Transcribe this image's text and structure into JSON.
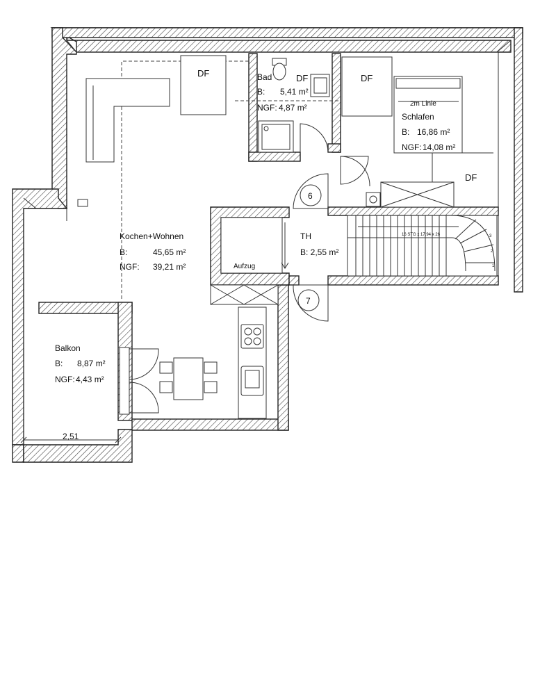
{
  "rooms": {
    "kochen": {
      "name": "Kochen+Wohnen",
      "b_label": "B:",
      "b_value": "45,65 m²",
      "ngf_label": "NGF:",
      "ngf_value": "39,21 m²"
    },
    "bad": {
      "name": "Bad",
      "b_label": "B:",
      "b_value": "5,41 m²",
      "ngf_label": "NGF:",
      "ngf_value": "4,87 m²"
    },
    "schlafen": {
      "name": "Schlafen",
      "b_label": "B:",
      "b_value": "16,86 m²",
      "ngf_label": "NGF:",
      "ngf_value": "14,08 m²",
      "note": "2m Linie"
    },
    "th": {
      "name": "TH",
      "b_value": "B: 2,55 m²"
    },
    "balkon": {
      "name": "Balkon",
      "b_label": "B:",
      "b_value": "8,87 m²",
      "ngf_label": "NGF:",
      "ngf_value": "4,43 m²"
    },
    "aufzug": {
      "name": "Aufzug"
    }
  },
  "skylight_label": "DF",
  "door_numbers": [
    "6",
    "7"
  ],
  "stairs": {
    "label": "16 STG x 17,94 x 26",
    "steps": [
      "1",
      "2",
      "3"
    ]
  },
  "dimension": "2,51",
  "colors": {
    "line": "#222222",
    "paper": "#ffffff"
  }
}
